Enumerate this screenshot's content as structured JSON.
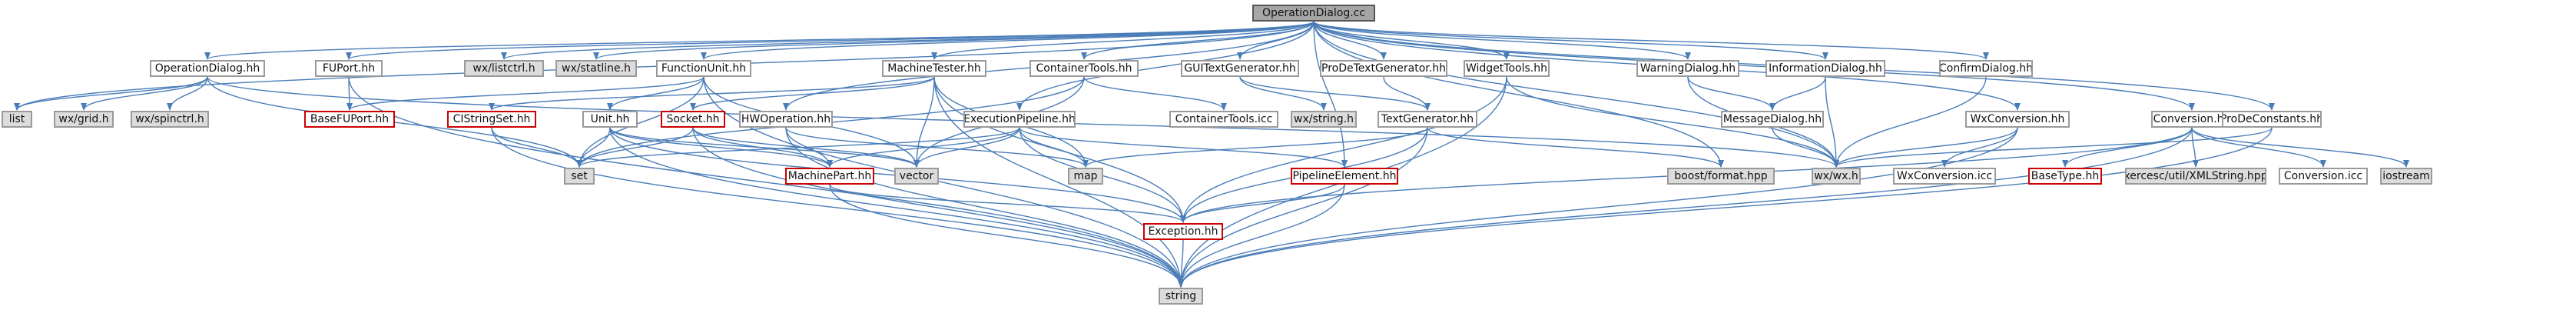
{
  "graph": {
    "title": "OperationDialog.cc",
    "colors": {
      "edge": "#4a7db8",
      "border": "#9a9a9a",
      "red_border": "#cc0000",
      "grey_fill": "#dcdcdc",
      "root_fill": "#a6a6a6"
    },
    "nodes": [
      {
        "id": "root",
        "label": "OperationDialog.cc",
        "style": "root"
      },
      {
        "id": "opdlg_hh",
        "label": "OperationDialog.hh",
        "style": "white"
      },
      {
        "id": "fuport_hh",
        "label": "FUPort.hh",
        "style": "white"
      },
      {
        "id": "listctrl",
        "label": "wx/listctrl.h",
        "style": "grey"
      },
      {
        "id": "statline",
        "label": "wx/statline.h",
        "style": "grey"
      },
      {
        "id": "fu_hh",
        "label": "FunctionUnit.hh",
        "style": "white"
      },
      {
        "id": "mt_hh",
        "label": "MachineTester.hh",
        "style": "white"
      },
      {
        "id": "ct_hh",
        "label": "ContainerTools.hh",
        "style": "white"
      },
      {
        "id": "guitg_hh",
        "label": "GUITextGenerator.hh",
        "style": "white"
      },
      {
        "id": "pdtg_hh",
        "label": "ProDeTextGenerator.hh",
        "style": "white"
      },
      {
        "id": "wt_hh",
        "label": "WidgetTools.hh",
        "style": "white"
      },
      {
        "id": "warn_hh",
        "label": "WarningDialog.hh",
        "style": "white"
      },
      {
        "id": "info_hh",
        "label": "InformationDialog.hh",
        "style": "white"
      },
      {
        "id": "conf_hh",
        "label": "ConfirmDialog.hh",
        "style": "white"
      },
      {
        "id": "list",
        "label": "list",
        "style": "grey"
      },
      {
        "id": "grid",
        "label": "wx/grid.h",
        "style": "grey"
      },
      {
        "id": "spin",
        "label": "wx/spinctrl.h",
        "style": "grey"
      },
      {
        "id": "basefu",
        "label": "BaseFUPort.hh",
        "style": "red"
      },
      {
        "id": "cistr",
        "label": "CIStringSet.hh",
        "style": "red"
      },
      {
        "id": "unit_hh",
        "label": "Unit.hh",
        "style": "white"
      },
      {
        "id": "socket_hh",
        "label": "Socket.hh",
        "style": "red"
      },
      {
        "id": "hwop_hh",
        "label": "HWOperation.hh",
        "style": "white"
      },
      {
        "id": "ep_hh",
        "label": "ExecutionPipeline.hh",
        "style": "white"
      },
      {
        "id": "ct_icc",
        "label": "ContainerTools.icc",
        "style": "white"
      },
      {
        "id": "wxstring",
        "label": "wx/string.h",
        "style": "grey"
      },
      {
        "id": "tg_hh",
        "label": "TextGenerator.hh",
        "style": "white"
      },
      {
        "id": "msg_hh",
        "label": "MessageDialog.hh",
        "style": "white"
      },
      {
        "id": "wxc_hh",
        "label": "WxConversion.hh",
        "style": "white"
      },
      {
        "id": "conv_hh",
        "label": "Conversion.hh",
        "style": "white"
      },
      {
        "id": "pdc_hh",
        "label": "ProDeConstants.hh",
        "style": "white"
      },
      {
        "id": "set",
        "label": "set",
        "style": "grey"
      },
      {
        "id": "mp_hh",
        "label": "MachinePart.hh",
        "style": "red"
      },
      {
        "id": "vector",
        "label": "vector",
        "style": "grey"
      },
      {
        "id": "map",
        "label": "map",
        "style": "grey"
      },
      {
        "id": "pe_hh",
        "label": "PipelineElement.hh",
        "style": "red"
      },
      {
        "id": "boostfmt",
        "label": "boost/format.hpp",
        "style": "grey"
      },
      {
        "id": "wxwx",
        "label": "wx/wx.h",
        "style": "grey"
      },
      {
        "id": "wxc_icc",
        "label": "WxConversion.icc",
        "style": "white"
      },
      {
        "id": "basetype",
        "label": "BaseType.hh",
        "style": "red"
      },
      {
        "id": "xerces",
        "label": "xercesc/util/XMLString.hpp",
        "style": "grey"
      },
      {
        "id": "conv_icc",
        "label": "Conversion.icc",
        "style": "white"
      },
      {
        "id": "iostream",
        "label": "iostream",
        "style": "grey"
      },
      {
        "id": "exc_hh",
        "label": "Exception.hh",
        "style": "red"
      },
      {
        "id": "string",
        "label": "string",
        "style": "grey"
      }
    ],
    "edges": [
      [
        "root",
        "opdlg_hh"
      ],
      [
        "root",
        "fuport_hh"
      ],
      [
        "root",
        "listctrl"
      ],
      [
        "root",
        "statline"
      ],
      [
        "root",
        "fu_hh"
      ],
      [
        "root",
        "mt_hh"
      ],
      [
        "root",
        "ct_hh"
      ],
      [
        "root",
        "guitg_hh"
      ],
      [
        "root",
        "pdtg_hh"
      ],
      [
        "root",
        "wt_hh"
      ],
      [
        "root",
        "warn_hh"
      ],
      [
        "root",
        "info_hh"
      ],
      [
        "root",
        "conf_hh"
      ],
      [
        "root",
        "wxc_hh"
      ],
      [
        "root",
        "conv_hh"
      ],
      [
        "root",
        "pdc_hh"
      ],
      [
        "root",
        "list"
      ],
      [
        "root",
        "hwop_hh"
      ],
      [
        "root",
        "ep_hh"
      ],
      [
        "root",
        "pe_hh"
      ],
      [
        "root",
        "boostfmt"
      ],
      [
        "root",
        "wxwx"
      ],
      [
        "opdlg_hh",
        "list"
      ],
      [
        "opdlg_hh",
        "grid"
      ],
      [
        "opdlg_hh",
        "spin"
      ],
      [
        "opdlg_hh",
        "wxwx"
      ],
      [
        "opdlg_hh",
        "set"
      ],
      [
        "fuport_hh",
        "basefu"
      ],
      [
        "fuport_hh",
        "string"
      ],
      [
        "fu_hh",
        "basefu"
      ],
      [
        "fu_hh",
        "unit_hh"
      ],
      [
        "fu_hh",
        "vector"
      ],
      [
        "fu_hh",
        "string"
      ],
      [
        "fu_hh",
        "set"
      ],
      [
        "mt_hh",
        "cistr"
      ],
      [
        "mt_hh",
        "socket_hh"
      ],
      [
        "mt_hh",
        "vector"
      ],
      [
        "mt_hh",
        "map"
      ],
      [
        "mt_hh",
        "exc_hh"
      ],
      [
        "mt_hh",
        "string"
      ],
      [
        "ct_hh",
        "ct_icc"
      ],
      [
        "ct_hh",
        "vector"
      ],
      [
        "ct_hh",
        "set"
      ],
      [
        "guitg_hh",
        "tg_hh"
      ],
      [
        "guitg_hh",
        "wxstring"
      ],
      [
        "pdtg_hh",
        "tg_hh"
      ],
      [
        "wt_hh",
        "wxwx"
      ],
      [
        "wt_hh",
        "string"
      ],
      [
        "wt_hh",
        "exc_hh"
      ],
      [
        "warn_hh",
        "msg_hh"
      ],
      [
        "warn_hh",
        "wxwx"
      ],
      [
        "info_hh",
        "msg_hh"
      ],
      [
        "info_hh",
        "wxwx"
      ],
      [
        "conf_hh",
        "wxwx"
      ],
      [
        "msg_hh",
        "wxwx"
      ],
      [
        "cistr",
        "set"
      ],
      [
        "cistr",
        "string"
      ],
      [
        "unit_hh",
        "set"
      ],
      [
        "unit_hh",
        "mp_hh"
      ],
      [
        "unit_hh",
        "vector"
      ],
      [
        "unit_hh",
        "exc_hh"
      ],
      [
        "unit_hh",
        "string"
      ],
      [
        "socket_hh",
        "mp_hh"
      ],
      [
        "socket_hh",
        "vector"
      ],
      [
        "socket_hh",
        "string"
      ],
      [
        "socket_hh",
        "set"
      ],
      [
        "hwop_hh",
        "mp_hh"
      ],
      [
        "hwop_hh",
        "map"
      ],
      [
        "hwop_hh",
        "string"
      ],
      [
        "ep_hh",
        "mp_hh"
      ],
      [
        "ep_hh",
        "vector"
      ],
      [
        "ep_hh",
        "set"
      ],
      [
        "ep_hh",
        "pe_hh"
      ],
      [
        "ep_hh",
        "map"
      ],
      [
        "ep_hh",
        "exc_hh"
      ],
      [
        "tg_hh",
        "boostfmt"
      ],
      [
        "tg_hh",
        "map"
      ],
      [
        "tg_hh",
        "exc_hh"
      ],
      [
        "tg_hh",
        "string"
      ],
      [
        "mp_hh",
        "exc_hh"
      ],
      [
        "mp_hh",
        "string"
      ],
      [
        "pe_hh",
        "exc_hh"
      ],
      [
        "pe_hh",
        "string"
      ],
      [
        "wxc_hh",
        "wxwx"
      ],
      [
        "wxc_hh",
        "wxc_icc"
      ],
      [
        "wxc_hh",
        "string"
      ],
      [
        "conv_hh",
        "basetype"
      ],
      [
        "conv_hh",
        "xerces"
      ],
      [
        "conv_hh",
        "conv_icc"
      ],
      [
        "conv_hh",
        "iostream"
      ],
      [
        "conv_hh",
        "exc_hh"
      ],
      [
        "conv_hh",
        "string"
      ],
      [
        "pdc_hh",
        "wxwx"
      ],
      [
        "pdc_hh",
        "string"
      ],
      [
        "exc_hh",
        "string"
      ]
    ]
  }
}
